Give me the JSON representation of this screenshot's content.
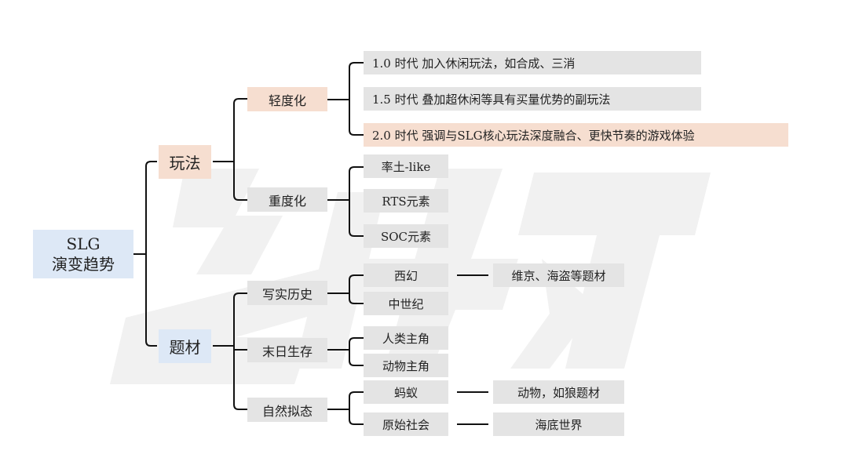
{
  "colors": {
    "root_bg": "#dde8f6",
    "playstyle_bg": "#f6ded0",
    "highlight_bg": "#f6ded0",
    "node_bg": "#e4e4e4",
    "line": "#111111"
  },
  "root": {
    "line1": "SLG",
    "line2": "演变趋势"
  },
  "branches": {
    "gameplay": {
      "label": "玩法",
      "light": {
        "label": "轻度化",
        "items": [
          "1.0 时代 加入休闲玩法，如合成、三消",
          "1.5 时代 叠加超休闲等具有买量优势的副玩法",
          "2.0 时代 强调与SLG核心玩法深度融合、更快节奏的游戏体验"
        ]
      },
      "heavy": {
        "label": "重度化",
        "items": [
          "率土-like",
          "RTS元素",
          "SOC元素"
        ]
      }
    },
    "theme": {
      "label": "题材",
      "history": {
        "label": "写实历史",
        "west_fantasy": "西幻",
        "west_fantasy_note": "维京、海盗等题材",
        "medieval": "中世纪"
      },
      "doomsday": {
        "label": "末日生存",
        "items": [
          "人类主角",
          "动物主角"
        ]
      },
      "nature": {
        "label": "自然拟态",
        "ant": "蚂蚁",
        "ant_note": "动物，如狼题材",
        "primitive": "原始社会",
        "primitive_note": "海底世界"
      }
    }
  }
}
